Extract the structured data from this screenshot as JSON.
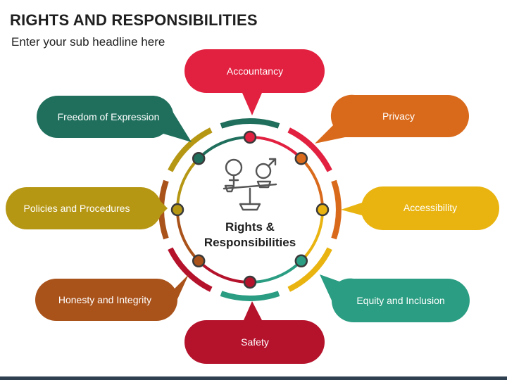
{
  "header": {
    "title": "RIGHTS AND RESPONSIBILITIES",
    "subtitle": "Enter your sub headline here"
  },
  "center": {
    "line1": "Rights &",
    "line2": "Responsibilities",
    "icon": "gender-balance-scale-icon"
  },
  "colors": {
    "accountancy": "#e2203f",
    "privacy": "#d96a1b",
    "accessibility": "#e9b410",
    "equity": "#2a9d82",
    "safety": "#b5122c",
    "honesty": "#a9521a",
    "policies": "#b69714",
    "freedom": "#1f6f5c"
  },
  "items": {
    "accountancy": "Accountancy",
    "privacy": "Privacy",
    "accessibility": "Accessibility",
    "equity": "Equity and Inclusion",
    "safety": "Safety",
    "honesty": "Honesty and Integrity",
    "policies": "Policies and Procedures",
    "freedom": "Freedom of Expression"
  }
}
